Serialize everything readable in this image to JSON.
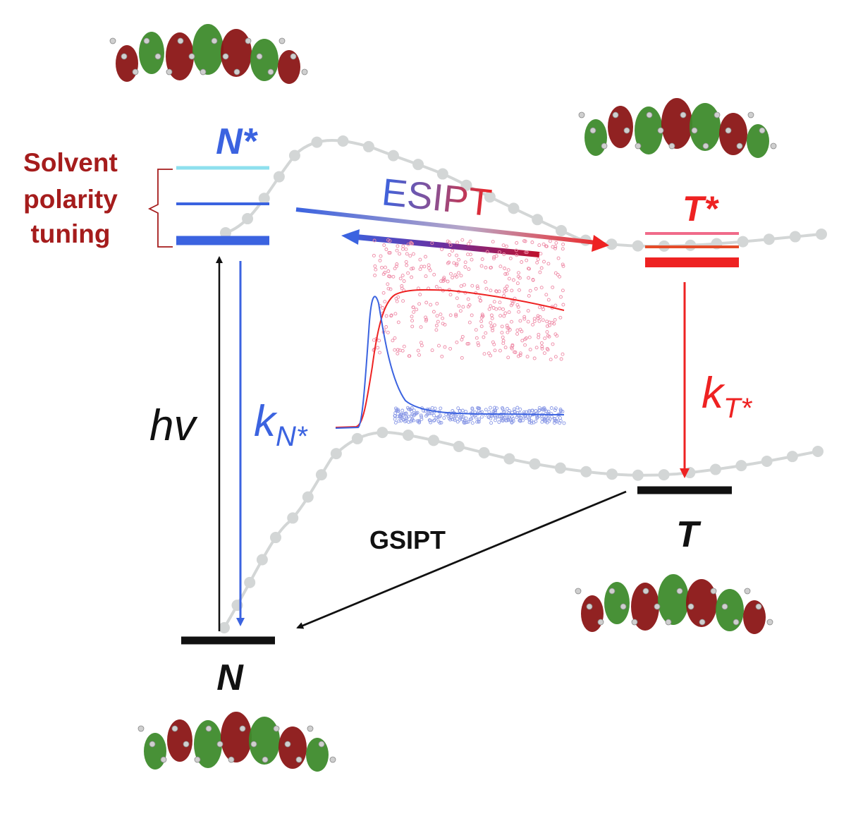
{
  "labels": {
    "n_star": "N*",
    "t_star": "T*",
    "n": "N",
    "t": "T",
    "esipt": "ESIPT",
    "gsipt": "GSIPT",
    "hv": "hv",
    "k_n_base": "k",
    "k_n_sub": "N*",
    "k_t_base": "k",
    "k_t_sub": "T*",
    "solvent_line1": "Solvent",
    "solvent_line2": "polarity",
    "solvent_line3": "tuning"
  },
  "colors": {
    "blue": "#3b63e0",
    "red": "#ee2222",
    "dark_red": "#a51c1c",
    "black": "#111111",
    "gray_curve": "#d3d6d6",
    "cyan_level": "#8ee0ee",
    "pink_level": "#f06b8a",
    "orbital_green": "#3e8b2c",
    "orbital_red": "#8b1616"
  },
  "icons": {
    "molecule": "molecular-orbital-icon"
  }
}
